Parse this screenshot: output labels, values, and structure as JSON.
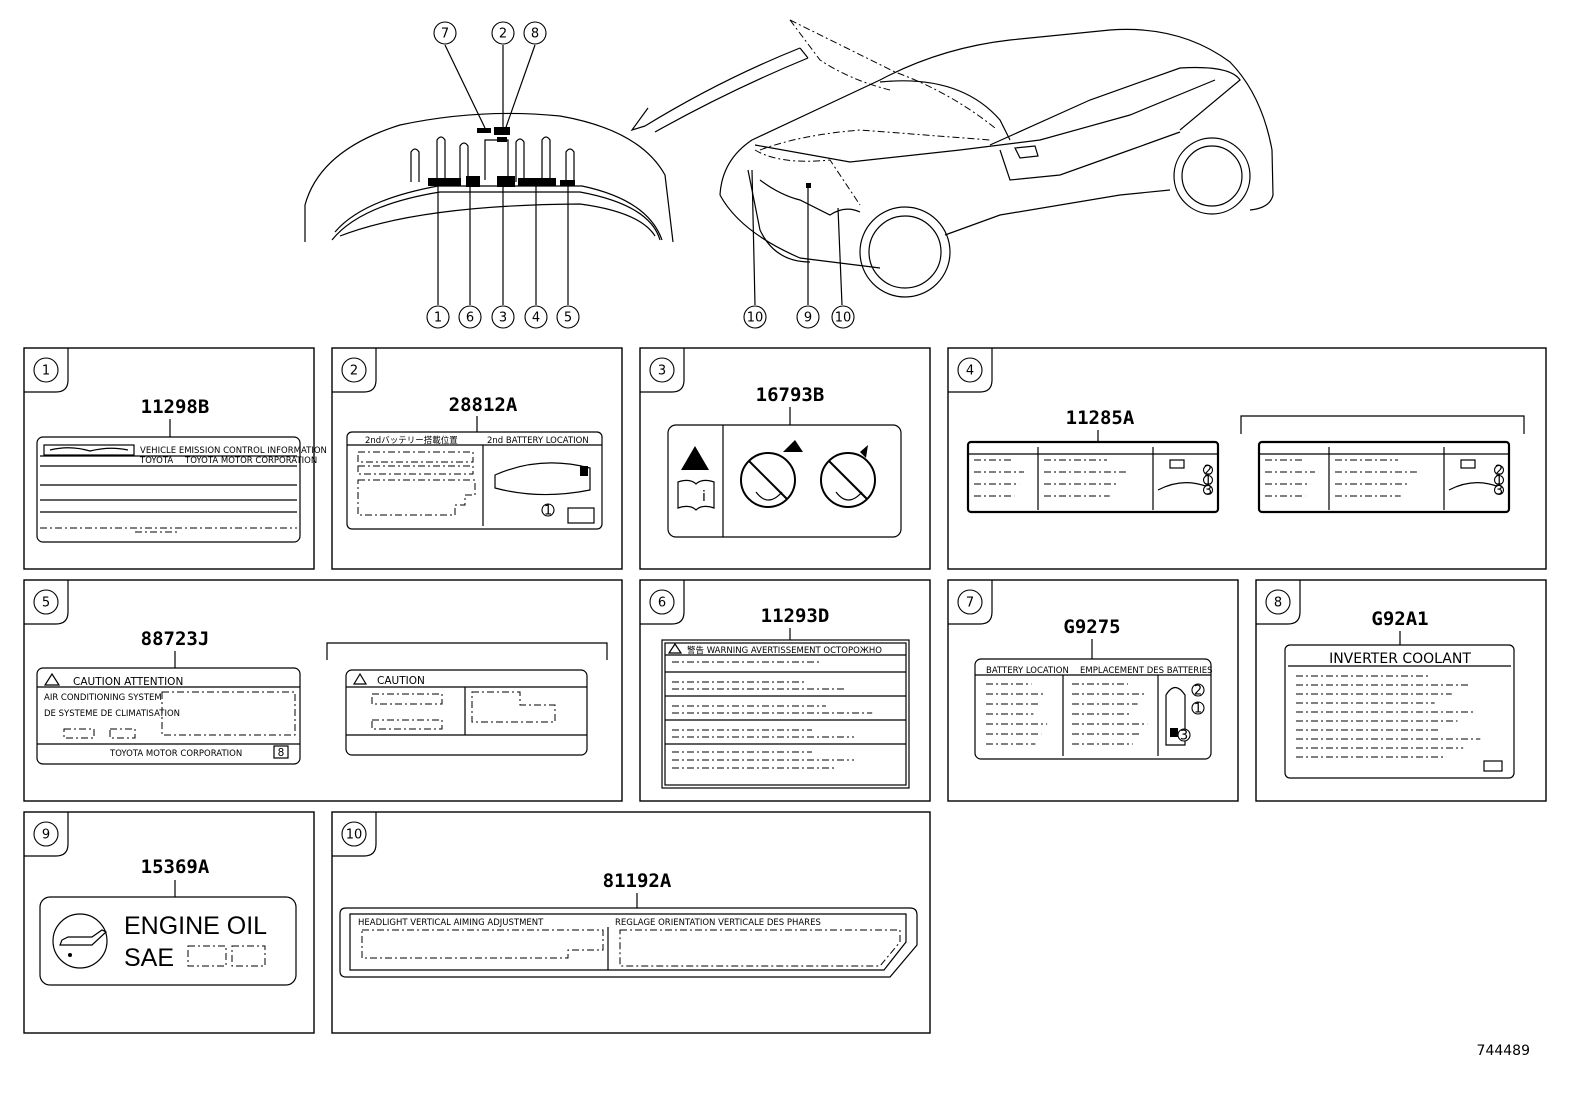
{
  "diagram_id": "744489",
  "overview_callouts": {
    "top": [
      "7",
      "2",
      "8"
    ],
    "bottom": [
      "1",
      "6",
      "3",
      "4",
      "5"
    ],
    "car": [
      "10",
      "9",
      "10"
    ]
  },
  "panels": [
    {
      "index": "1",
      "part_number": "11298B"
    },
    {
      "index": "2",
      "part_number": "28812A"
    },
    {
      "index": "3",
      "part_number": "16793B"
    },
    {
      "index": "4",
      "part_number": "11285A"
    },
    {
      "index": "5",
      "part_number": "88723J"
    },
    {
      "index": "6",
      "part_number": "11293D"
    },
    {
      "index": "7",
      "part_number": "G9275"
    },
    {
      "index": "8",
      "part_number": "G92A1"
    },
    {
      "index": "9",
      "part_number": "15369A"
    },
    {
      "index": "10",
      "part_number": "81192A"
    }
  ],
  "labels": {
    "p1_row1a": "VEHICLE EMISSION CONTROL INFORMATION",
    "p1_row1b": "TOYOTA",
    "p1_row1c": "TOYOTA MOTOR CORPORATION",
    "p2_header_left": "2ndバッテリー搭載位置",
    "p2_header_right": "2nd BATTERY LOCATION",
    "p2_callout": "1",
    "p4_callouts": [
      "2",
      "1",
      "3"
    ],
    "p5_header": "CAUTION    ATTENTION",
    "p5_line1": "AIR CONDITIONING SYSTEM",
    "p5_line2": "DE SYSTEME DE CLIMATISATION",
    "p5_footer": "TOYOTA MOTOR CORPORATION",
    "p5_code": "8",
    "p5_header_b": "CAUTION",
    "p6_header": "警告  WARNING  AVERTISSEMENT  OCTOPOЖHO",
    "p7_header_left": "BATTERY LOCATION",
    "p7_header_right": "EMPLACEMENT DES BATTERIES",
    "p7_callouts": [
      "2",
      "1",
      "3"
    ],
    "p8_header": "INVERTER COOLANT",
    "p9_line1": "ENGINE  OIL",
    "p9_line2": "SAE",
    "p10_left": "HEADLIGHT VERTICAL AIMING ADJUSTMENT",
    "p10_right": "REGLAGE ORIENTATION VERTICALE DES PHARES"
  }
}
